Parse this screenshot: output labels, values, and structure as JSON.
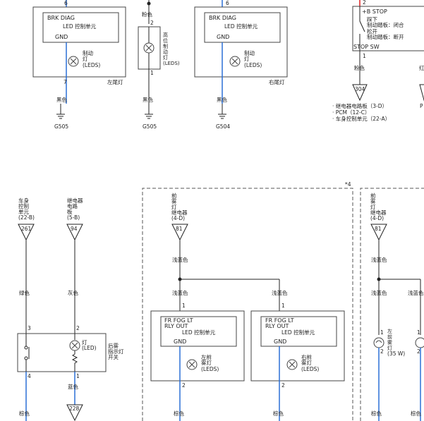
{
  "colors": {
    "wire_black": "#222222",
    "wire_blue": "#2a6fd6",
    "wire_red": "#e02020",
    "box_fill": "#ffffff",
    "text": "#222222"
  },
  "left_tail": {
    "pin_top": "6",
    "module": "BRK DIAG",
    "unit": "LED 控制单元",
    "gnd": "GND",
    "lamp": [
      "制动",
      "灯",
      "(LEDS)"
    ],
    "caption": "左尾灯",
    "pin_bottom": "7",
    "wire_color": "黑色",
    "ground": "G505"
  },
  "hmsl": {
    "wire_top_color": "粉色",
    "pin_top": "2",
    "vertical_label": [
      "高",
      "位",
      "制",
      "动",
      "灯",
      "(LEDS)"
    ],
    "pin_bottom": "1",
    "wire_color": "黑色",
    "ground": "G505"
  },
  "right_tail": {
    "pin_top": "6",
    "module": "BRK DIAG",
    "unit": "LED 控制单元",
    "gnd": "GND",
    "lamp": [
      "制动",
      "灯",
      "(LEDS)"
    ],
    "caption": "右尾灯",
    "wire_color": "黑色",
    "ground": "G504"
  },
  "stop_switch": {
    "pin_top": "2",
    "supply": "+B STOP",
    "press": "踩下",
    "pedal_closed": "制动踏板：闭合",
    "release": "松开",
    "pedal_open": "制动踏板：断开",
    "name": "STOP SW",
    "pin_bottom": "1",
    "wire_color": "粉色",
    "connector": "304",
    "destinations": [
      "· 继电器电路板（3-D）",
      "· PCM（12-C）",
      "· 车身控制单元（22-A）"
    ],
    "cut_label_top": "红",
    "cut_label_bottom": "P"
  },
  "rear_fog": {
    "bcu_label": [
      "车身",
      "控制",
      "单元",
      "(22-B)"
    ],
    "bcu_connector": "261",
    "relay_label": [
      "继电器",
      "电路",
      "板",
      "(5-B)"
    ],
    "relay_connector": "94",
    "wire_left_color": "绿色",
    "wire_right_color": "灰色",
    "pin_left_top": "3",
    "pin_right_top": "2",
    "lamp": [
      "灯",
      "(LED)"
    ],
    "switch_name": [
      "后雾",
      "指示灯",
      "开关"
    ],
    "pin_left_bottom": "4",
    "pin_right_bottom": "1",
    "wire_right_bottom_color": "蓝色",
    "wire_left_bottom_color": "棕色",
    "bottom_connector": "228"
  },
  "front_fog": {
    "region_mark": "*4",
    "relay_label": [
      "前",
      "雾",
      "灯",
      "继电器",
      "(4-D)"
    ],
    "relay_connector": "81",
    "wire_color": "浅蓝色",
    "left_unit": {
      "pin_top": "1",
      "module": "FR FOG LT",
      "rly": "RLY OUT",
      "unit": "LED 控制单元",
      "gnd": "GND",
      "lamp": [
        "左前",
        "雾灯",
        "(LEDS)"
      ],
      "pin_bottom": "2",
      "wire_color": "棕色"
    },
    "right_unit": {
      "pin_top": "1",
      "module": "FR FOG LT",
      "rly": "RLY OUT",
      "unit": "LED 控制单元",
      "gnd": "GND",
      "lamp": [
        "右前",
        "雾灯",
        "(LEDS)"
      ],
      "pin_bottom": "2",
      "wire_color": "棕色"
    }
  },
  "front_fog_2": {
    "relay_label": [
      "前",
      "雾",
      "灯",
      "继电器",
      "(4-D)"
    ],
    "relay_connector": "81",
    "wire_color": "浅蓝色",
    "pin_top": "1",
    "lamp": [
      "左",
      "前",
      "雾",
      "灯",
      "(35 W)"
    ],
    "pin_bottom": "2",
    "wire_color_bottom": "棕色"
  }
}
